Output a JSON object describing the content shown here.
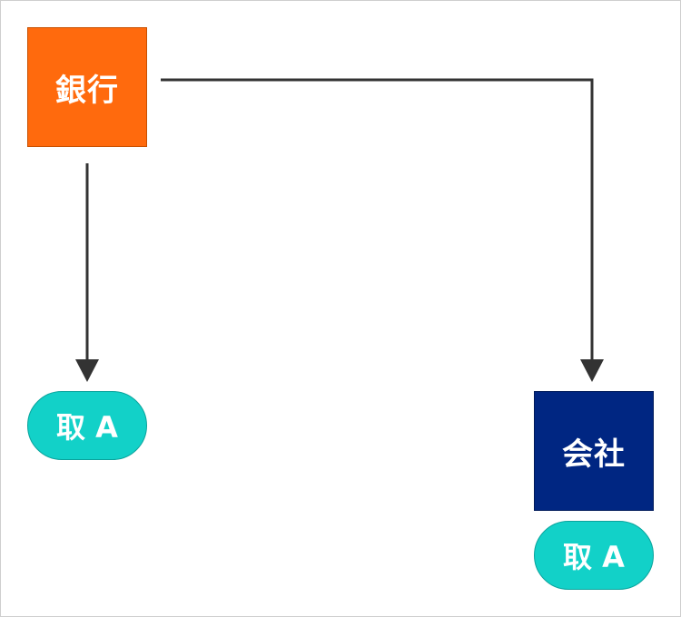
{
  "diagram": {
    "nodes": {
      "bank": {
        "label": "銀行",
        "color": "#ff6a0d"
      },
      "company": {
        "label": "会社",
        "color": "#002682"
      },
      "tag_left": {
        "label": "取 A",
        "color": "#12d1c8"
      },
      "tag_right": {
        "label": "取 A",
        "color": "#12d1c8"
      }
    },
    "edges": [
      {
        "from": "bank",
        "to": "tag_left",
        "style": "arrow"
      },
      {
        "from": "bank",
        "to": "company",
        "style": "elbow-arrow"
      }
    ],
    "line_color": "#333333"
  }
}
